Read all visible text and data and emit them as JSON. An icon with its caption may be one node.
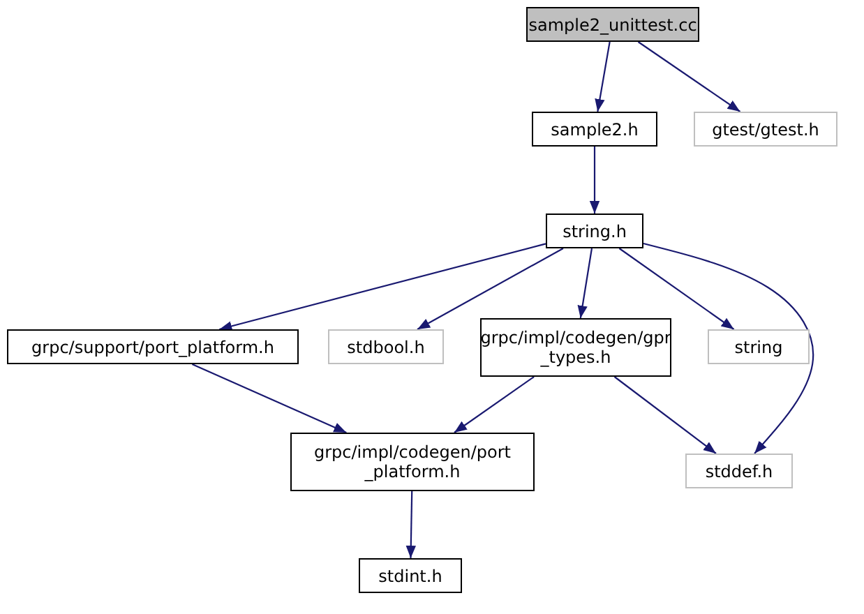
{
  "diagram": {
    "nodes": [
      {
        "text": [
          "sample2_unittest.cc"
        ]
      },
      {
        "text": [
          "sample2.h"
        ]
      },
      {
        "text": [
          "gtest/gtest.h"
        ]
      },
      {
        "text": [
          "string.h"
        ]
      },
      {
        "text": [
          "grpc/support/port_platform.h"
        ]
      },
      {
        "text": [
          "stdbool.h"
        ]
      },
      {
        "text": [
          "grpc/impl/codegen/gpr _types.h"
        ]
      },
      {
        "text": [
          "string"
        ]
      },
      {
        "text": [
          "grpc/impl/codegen/port _platform.h"
        ]
      },
      {
        "text": [
          "stddef.h"
        ]
      },
      {
        "text": [
          "stdint.h"
        ]
      }
    ],
    "edges": [
      {
        "from": 0,
        "to": 1,
        "arrow": "to"
      },
      {
        "from": 0,
        "to": 2,
        "arrow": "to"
      },
      {
        "from": 1,
        "to": 3,
        "arrow": "to"
      },
      {
        "from": 3,
        "to": 4,
        "arrow": "to"
      },
      {
        "from": 3,
        "to": 5,
        "arrow": "to"
      },
      {
        "from": 3,
        "to": 6,
        "arrow": "to"
      },
      {
        "from": 3,
        "to": 7,
        "arrow": "to"
      },
      {
        "from": 3,
        "to": 9,
        "arrow": "to"
      },
      {
        "from": 4,
        "to": 8,
        "arrow": "to"
      },
      {
        "from": 6,
        "to": 8,
        "arrow": "to"
      },
      {
        "from": 6,
        "to": 9,
        "arrow": "to"
      },
      {
        "from": 8,
        "to": 10,
        "arrow": "to"
      }
    ]
  }
}
